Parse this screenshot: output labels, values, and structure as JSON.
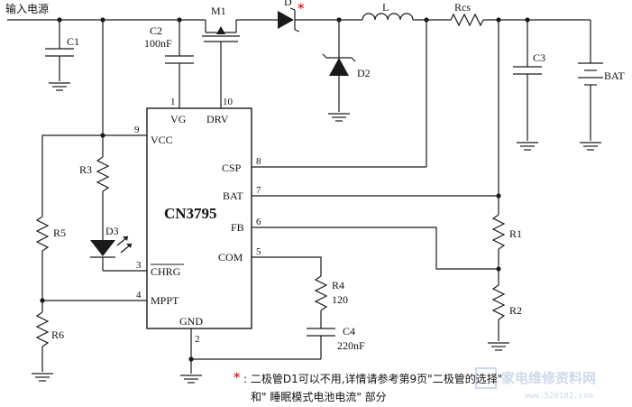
{
  "labels": {
    "input": "输入电源",
    "c1": "C1",
    "c2": "C2",
    "c2_value": "100nF",
    "m1": "M1",
    "d1": "D",
    "star": "*",
    "l": "L",
    "rcs": "Rcs",
    "c3": "C3",
    "bat": "BAT",
    "d2": "D2",
    "r3": "R3",
    "d3": "D3",
    "r5": "R5",
    "r6": "R6",
    "r1": "R1",
    "r2": "R2",
    "r4": "R4",
    "r4_value": "120",
    "c4": "C4",
    "c4_value": "220nF"
  },
  "chip": {
    "name": "CN3795",
    "pins": [
      {
        "num": "1",
        "name": "VG"
      },
      {
        "num": "10",
        "name": "DRV"
      },
      {
        "num": "9",
        "name": "VCC"
      },
      {
        "num": "8",
        "name": "CSP"
      },
      {
        "num": "7",
        "name": "BAT"
      },
      {
        "num": "6",
        "name": "FB"
      },
      {
        "num": "5",
        "name": "COM"
      },
      {
        "num": "3",
        "name": "CHRG"
      },
      {
        "num": "4",
        "name": "MPPT"
      },
      {
        "num": "2",
        "name": "GND"
      }
    ]
  },
  "note": {
    "star": "*",
    "line1": ": 二极管D1可以不用,详情请参考第9页\"二极管的选择\"",
    "line2": "和\" 睡眠模式电池电流\" 部分"
  },
  "watermark": {
    "text": "家电维修资料网",
    "url": "www.520101.com"
  }
}
